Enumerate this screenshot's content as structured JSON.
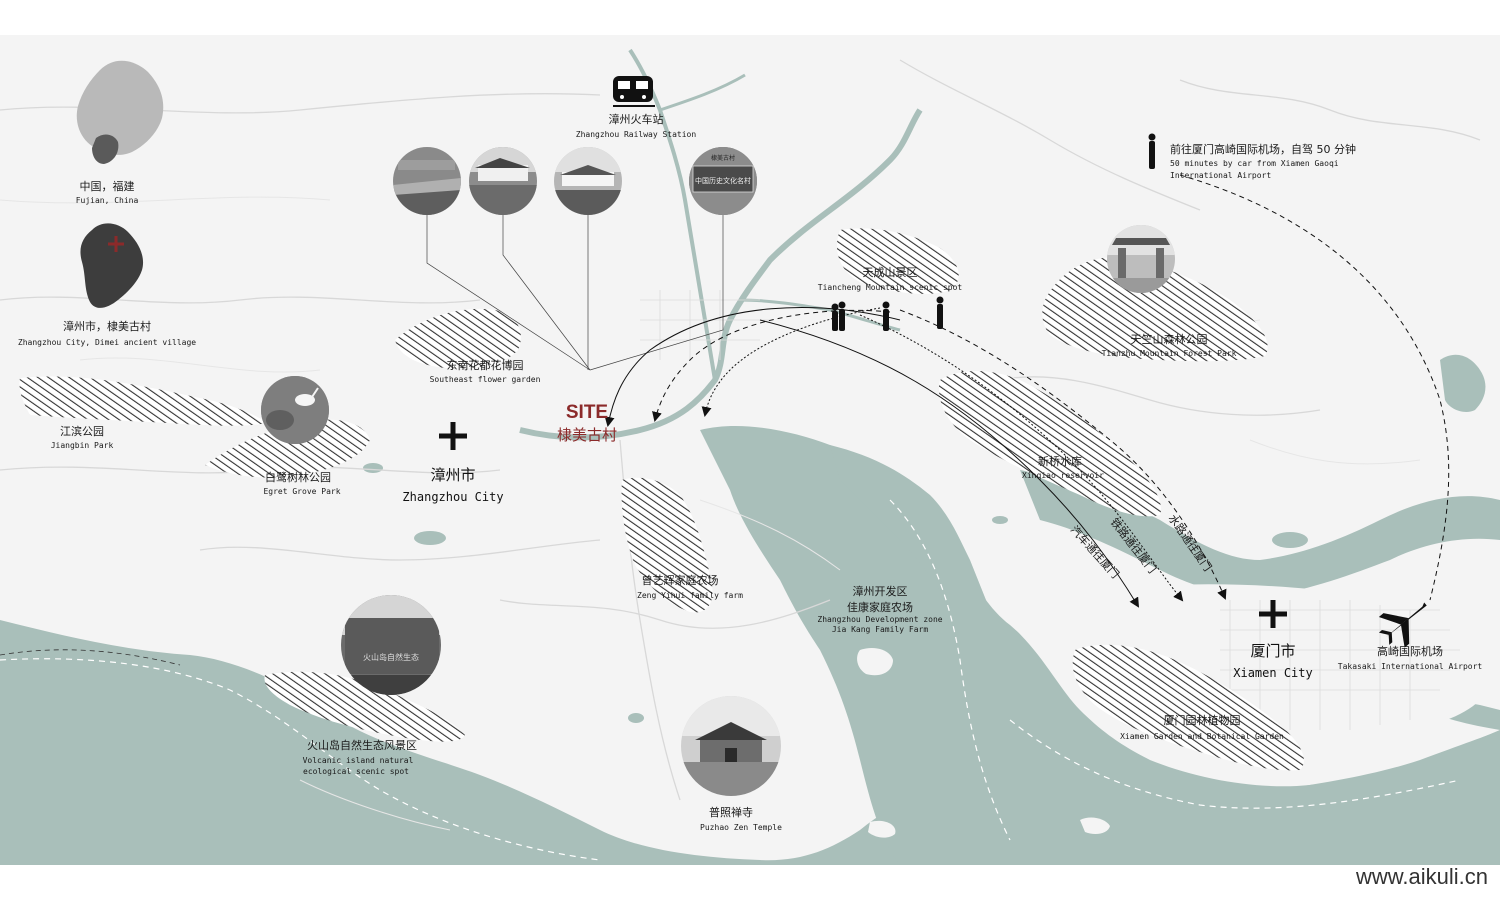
{
  "colors": {
    "water": "#a9bfba",
    "site": "#8b2a2a",
    "photo_gray": "#7d7d7d",
    "hatch": "#333333"
  },
  "inset": {
    "fujian_zh": "中国，福建",
    "fujian_en": "Fujian, China",
    "zhangzhou_zh": "漳州市，棣美古村",
    "zhangzhou_en": "Zhangzhou City, Dimei ancient village"
  },
  "site": {
    "label_en": "SITE",
    "label_zh": "棣美古村"
  },
  "cities": {
    "zhangzhou_zh": "漳州市",
    "zhangzhou_en": "Zhangzhou City",
    "xiamen_zh": "厦门市",
    "xiamen_en": "Xiamen City"
  },
  "places": {
    "railway_zh": "漳州火车站",
    "railway_en": "Zhangzhou Railway Station",
    "airport_note_zh": "前往厦门高崎国际机场，自驾 50 分钟",
    "airport_note_en1": "50 minutes by car from Xiamen Gaoqi",
    "airport_note_en2": "International Airport",
    "tiancheng_zh": "天成山景区",
    "tiancheng_en": "Tiancheng Mountain scenic spot",
    "tianzhu_zh": "天竺山森林公园",
    "tianzhu_en": "Tianzhu Mountain Forest Park",
    "southeast_zh": "东南花都花博园",
    "southeast_en": "Southeast flower garden",
    "jiangbin_zh": "江滨公园",
    "jiangbin_en": "Jiangbin Park",
    "egret_zh": "白鹭树林公园",
    "egret_en": "Egret Grove Park",
    "xinqiao_zh": "新桥水库",
    "xinqiao_en": "Xinqiao reservoir",
    "zeng_zh": "曾艺辉家庭农场",
    "zeng_en": "Zeng Yihui family farm",
    "dev_zh1": "漳州开发区",
    "dev_zh2": "佳康家庭农场",
    "dev_en1": "Zhangzhou Development zone",
    "dev_en2": "Jia Kang Family Farm",
    "volcanic_zh": "火山岛自然生态风景区",
    "volcanic_en1": "Volcanic island natural",
    "volcanic_en2": "ecological scenic spot",
    "puzhao_zh": "普照禅寺",
    "puzhao_en": "Puzhao Zen Temple",
    "xiamen_garden_zh": "厦门园林植物园",
    "xiamen_garden_en": "Xiamen Garden and Botanical Garden",
    "takasaki_zh": "高崎国际机场",
    "takasaki_en": "Takasaki International Airport"
  },
  "routes": {
    "car": "汽车通往厦门",
    "rail": "铁路通往厦门",
    "water": "水路通往厦门"
  },
  "photo_text": {
    "village": "中国历史文化名村",
    "village_top": "棣美古村",
    "volcano": "火山岛自然生态"
  },
  "watermark": "www.aikuli.cn"
}
